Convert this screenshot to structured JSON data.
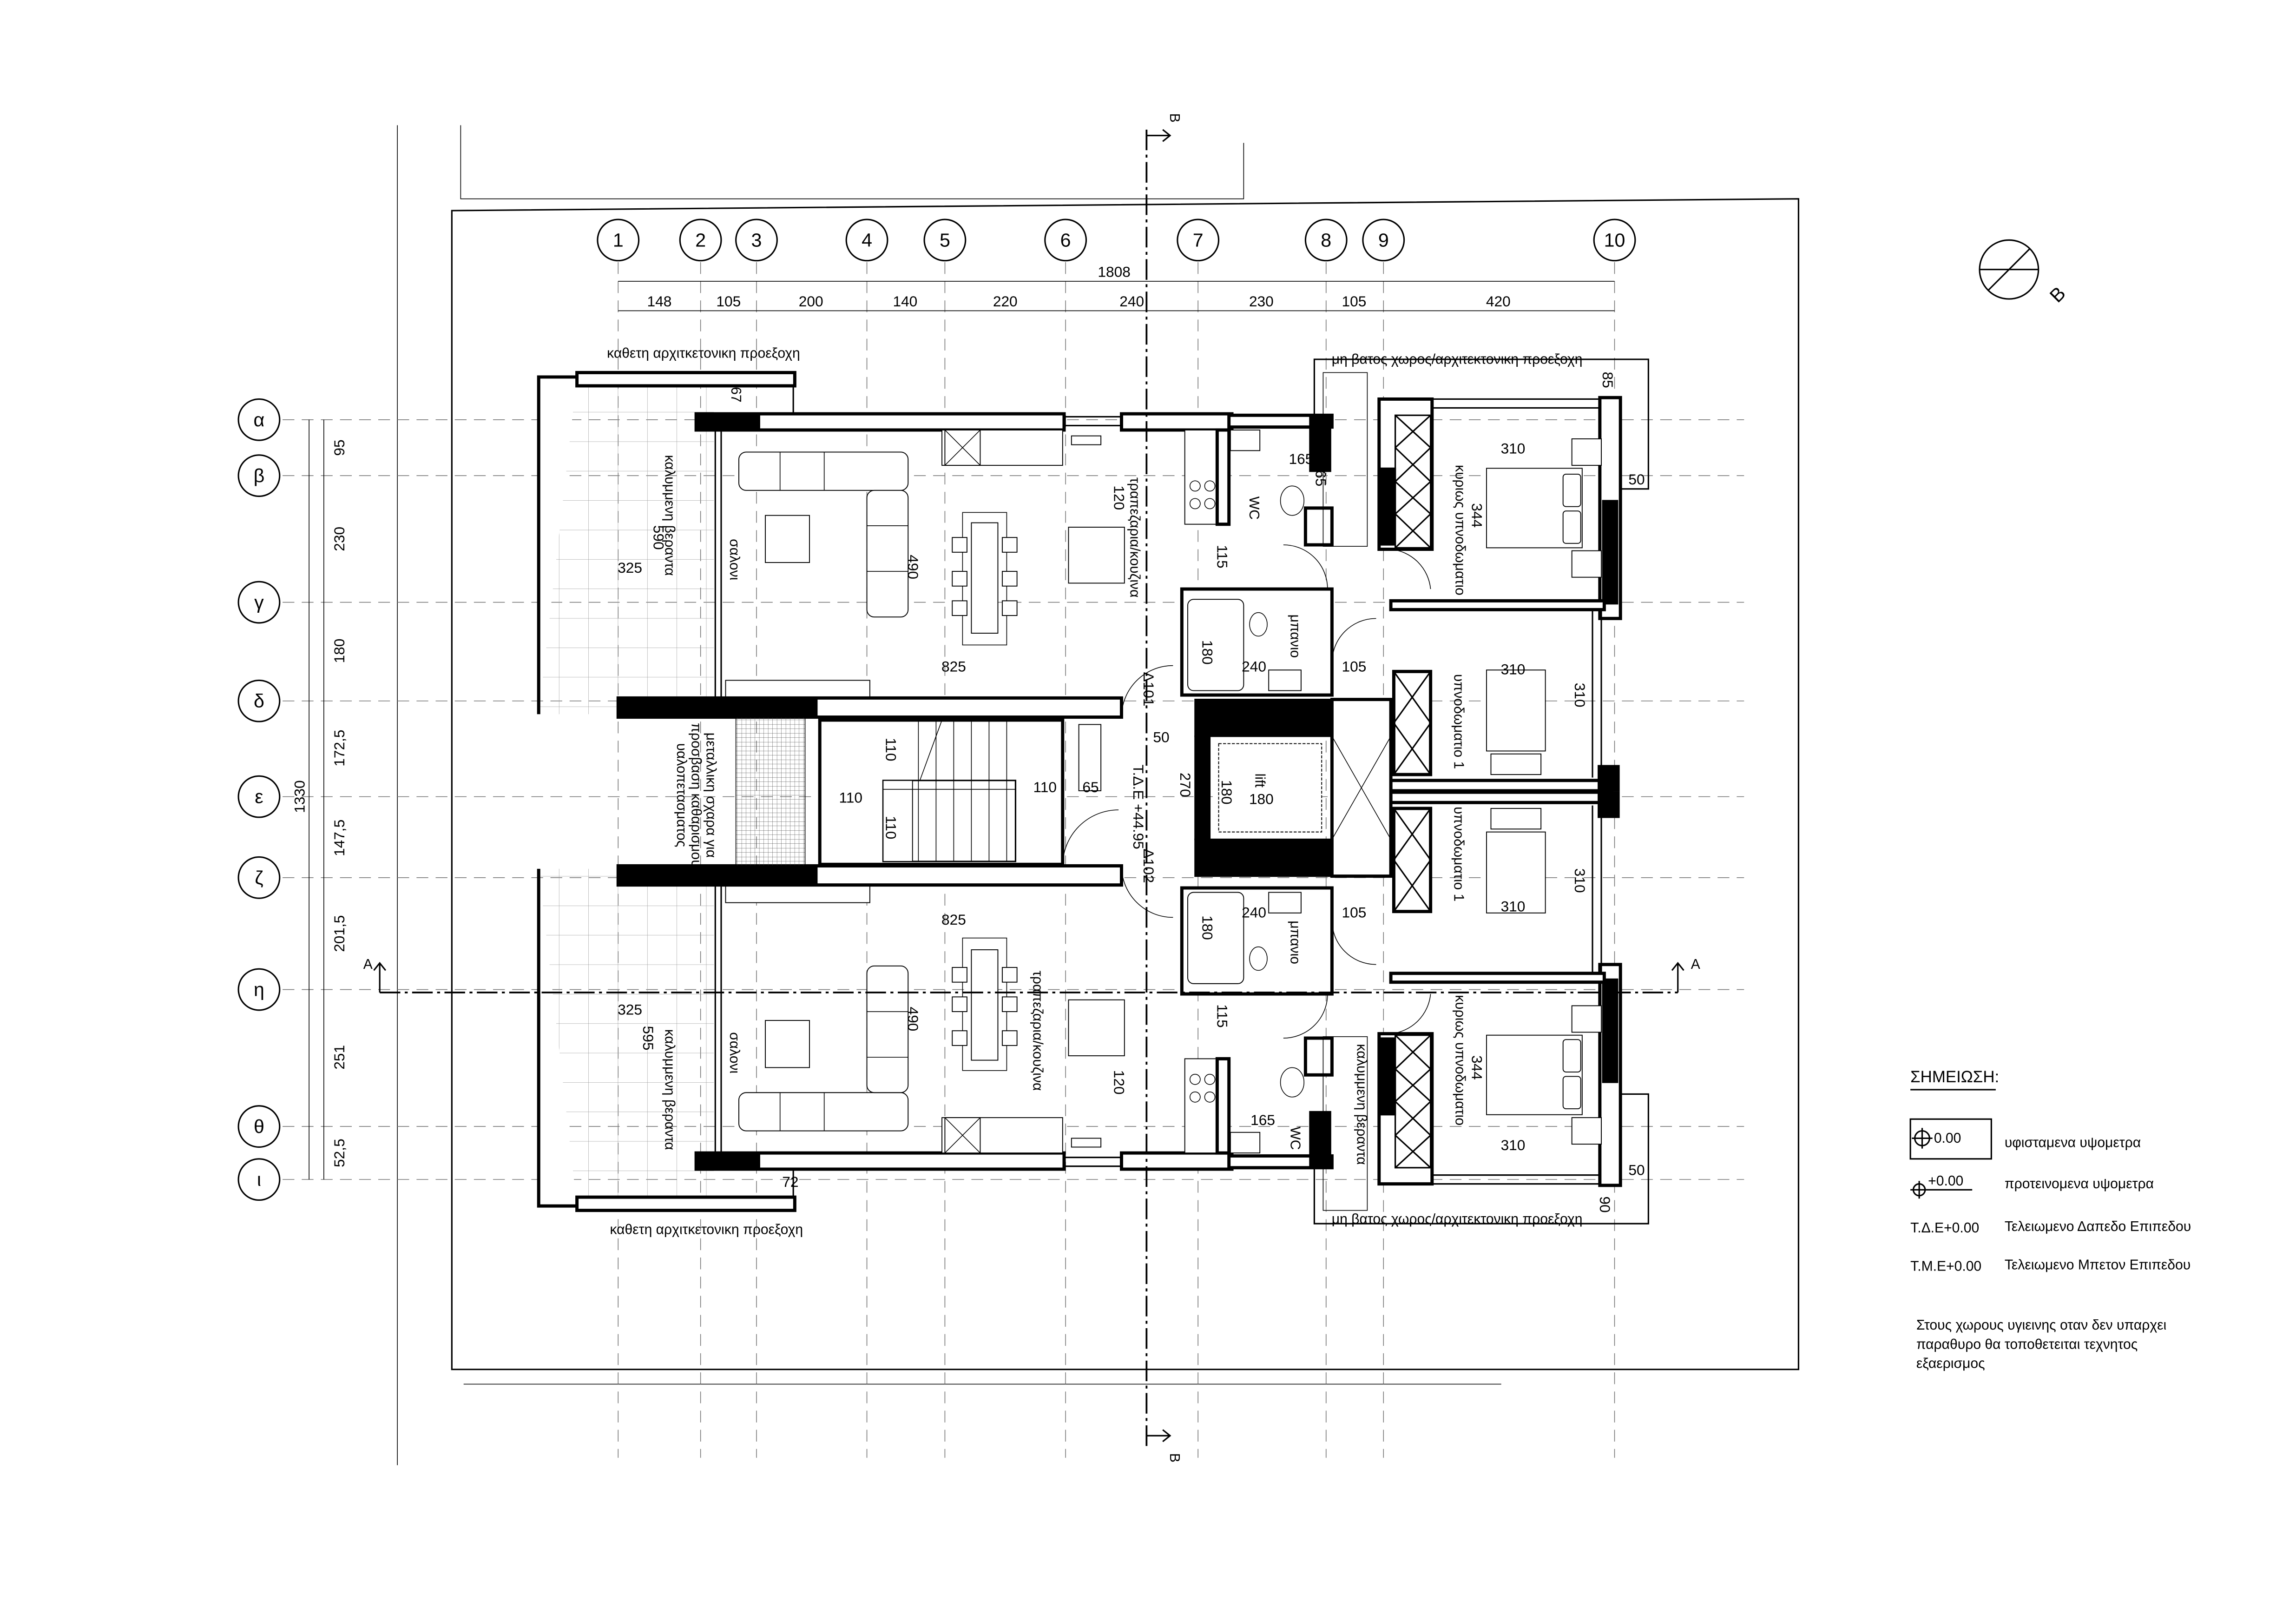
{
  "grid_columns": [
    "1",
    "2",
    "3",
    "4",
    "5",
    "6",
    "7",
    "8",
    "9",
    "10"
  ],
  "grid_rows": [
    "α",
    "β",
    "γ",
    "δ",
    "ε",
    "ζ",
    "η",
    "θ",
    "ι"
  ],
  "dims_top": {
    "total": "1808",
    "parts": [
      "148",
      "105",
      "200",
      "140",
      "220",
      "240",
      "230",
      "105",
      "420"
    ]
  },
  "dims_left": {
    "total": "1330",
    "parts": [
      "95",
      "230",
      "180",
      "172,5",
      "147,5",
      "201,5",
      "251",
      "52,5"
    ]
  },
  "section_marks": {
    "b_top": "B",
    "b_bottom": "B",
    "a_left": "A",
    "a_right": "A"
  },
  "compass_letter": "B",
  "top_unit": {
    "projection": "καθετη αρχιτκετονικη προεξοχη",
    "d67": "67",
    "veranda": "καλυμμενη βεραντα",
    "d590": "590",
    "d325": "325",
    "living": "σαλονι",
    "d490": "490",
    "d825": "825",
    "kitchen": "τραπεζαρια/κουζινα",
    "d120": "120",
    "d115": "115",
    "d165a": "165",
    "d165b": "165",
    "wc": "WC",
    "bath": "μπανιο",
    "d180": "180",
    "d240": "240",
    "d105": "105",
    "door": "Δ101",
    "nonwalk": "μη βατος χωρος/αρχιτεκτονικη προεξοχη",
    "d85": "85",
    "d310a": "310",
    "master": "κυριως υπνοδωματιο",
    "d344": "344",
    "d50": "50",
    "d310b": "310",
    "bed1": "υπνοδωματιο 1",
    "d310c": "310"
  },
  "core": {
    "d50": "50",
    "level": "Τ.Δ.Ε +44.95",
    "d270": "270",
    "lift": "lift",
    "d180a": "180",
    "d180b": "180",
    "door2": "Δ102",
    "s110a": "110",
    "s110b": "110",
    "s110c": "110",
    "s65": "65",
    "s110d": "110",
    "grill": [
      "μεταλλικη σχαρα για",
      "προσβαση καθαρισμου",
      "υαλοπετασματος"
    ]
  },
  "bottom_unit": {
    "d310c": "310",
    "bed1": "υπνοδωματιο 1",
    "d310b": "310",
    "d180": "180",
    "d240": "240",
    "d105": "105",
    "bath": "μπανιο",
    "d825": "825",
    "d325": "325",
    "d595": "595",
    "veranda": "καλυμμενη βεραντα",
    "living": "σαλονι",
    "d490": "490",
    "kitchen": "τραπεζαρια/κουζινα",
    "d115": "115",
    "d120": "120",
    "d165": "165",
    "wc": "WC",
    "veranda2": "καλυμμενη βεραντα",
    "d344": "344",
    "master": "κυριως υπνοδωματιο",
    "d310a": "310",
    "d50": "50",
    "nonwalk": "μη βατος χωρος/αρχιτεκτονικη προεξοχη",
    "d90": "90",
    "d72": "72",
    "projection": "καθετη αρχιτκετονικη προεξοχη"
  },
  "legend": {
    "title": "ΣΗΜΕΙΩΣΗ:",
    "existing_value": "0.00",
    "existing_label": "υφισταμενα υψομετρα",
    "proposed_value": "+0.00",
    "proposed_label": "προτεινομενα υψομετρα",
    "tde_code": "Τ.Δ.Ε+0.00",
    "tde_label": "Τελειωμενο Δαπεδο Επιπεδου",
    "tme_code": "Τ.Μ.Ε+0.00",
    "tme_label": "Τελειωμενο Μπετον Επιπεδου",
    "note": [
      "Στους χωρους υγιεινης οταν δεν υπαρχει",
      "παραθυρο θα τοποθετειται τεχνητος",
      "εξαερισμος"
    ]
  }
}
